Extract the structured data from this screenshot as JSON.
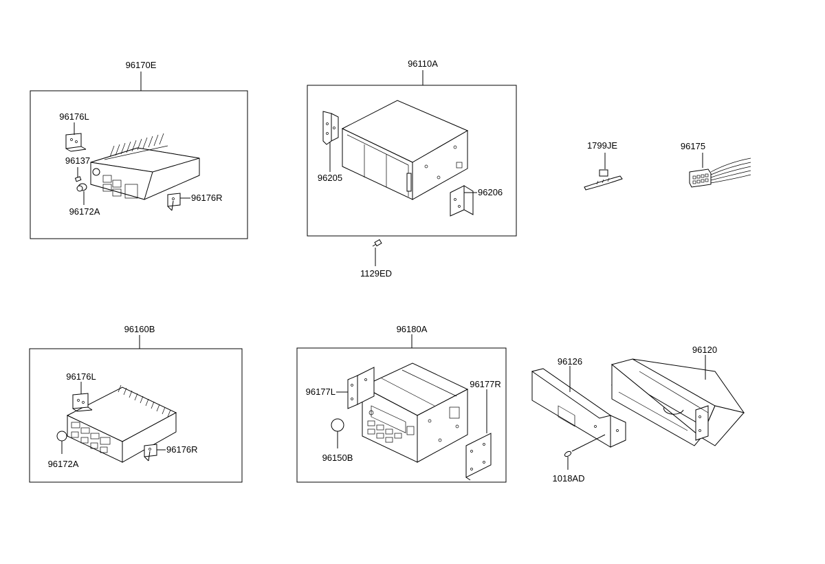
{
  "groups": {
    "g1": {
      "title": "96170E",
      "parts": [
        "96176L",
        "96137",
        "96172A",
        "96176R"
      ]
    },
    "g2": {
      "title": "96110A",
      "parts": [
        "96205",
        "96206"
      ]
    },
    "g3": {
      "title": "96160B",
      "parts": [
        "96176L",
        "96172A",
        "96176R"
      ]
    },
    "g4": {
      "title": "96180A",
      "parts": [
        "96177L",
        "96177R",
        "96150B"
      ]
    }
  },
  "loose_parts": {
    "screw_top": "1129ED",
    "clip": "1799JE",
    "connector": "96175",
    "bracket_plate": "96126",
    "housing": "96120",
    "screw_bottom": "1018AD"
  }
}
